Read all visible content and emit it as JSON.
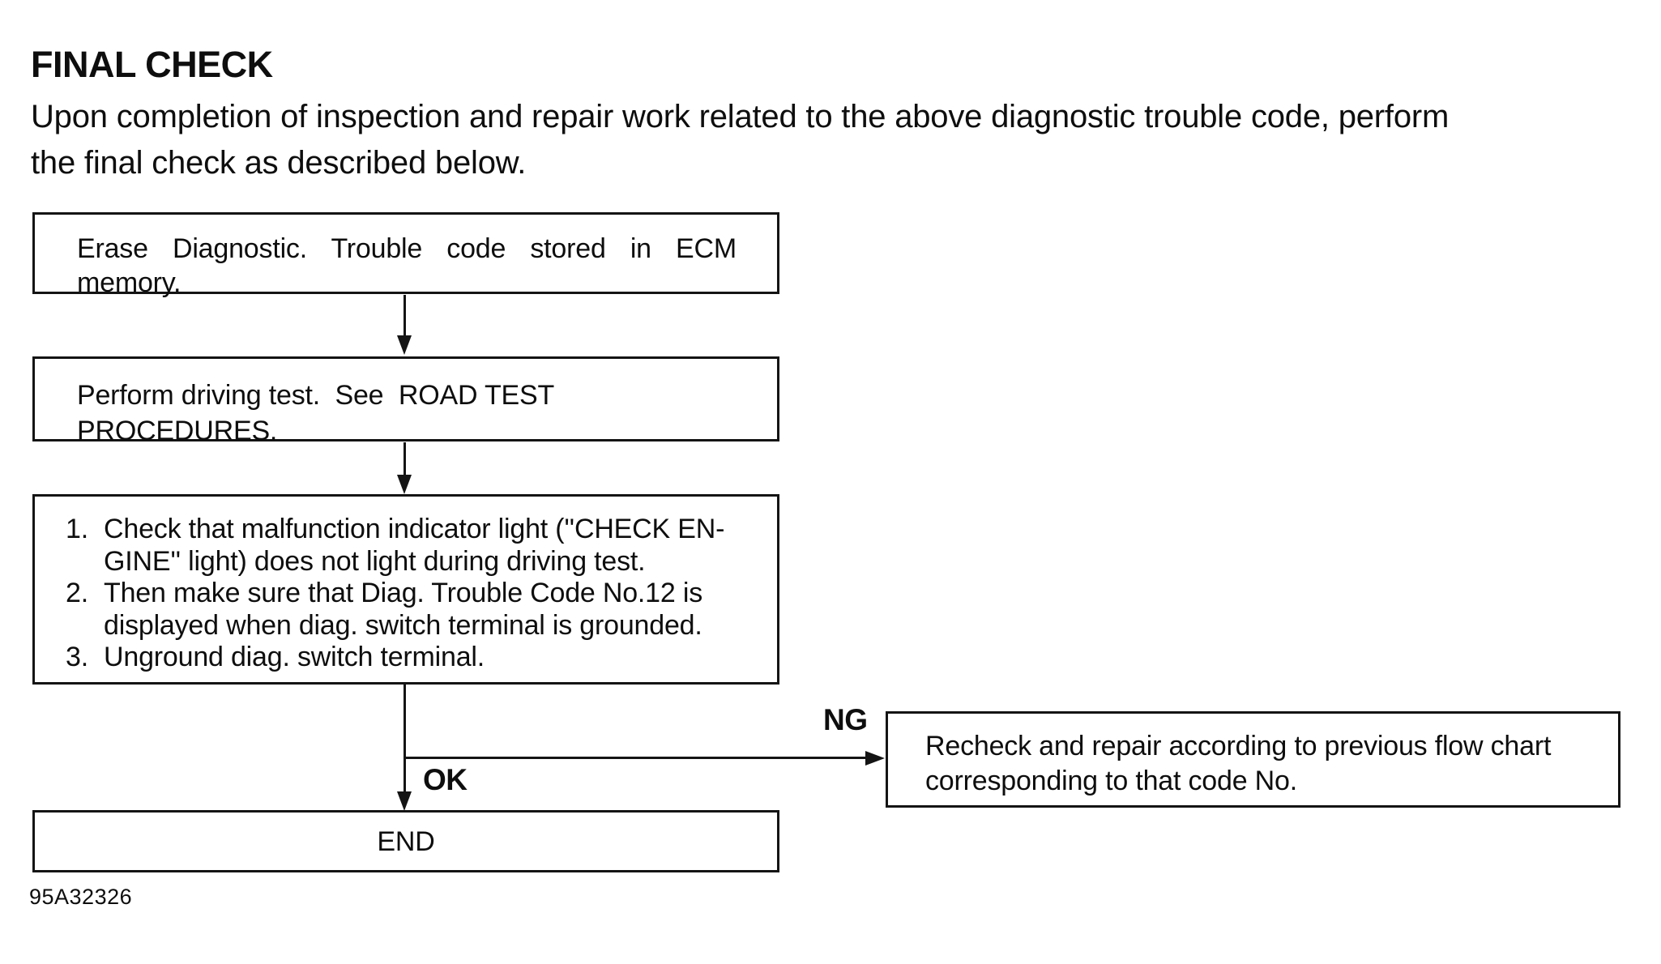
{
  "page": {
    "title": "FINAL CHECK",
    "intro_lines": [
      "Upon completion of inspection and repair work related to the above diagnostic trouble code, perform",
      "the final check as described below."
    ],
    "figure_code": "95A32326"
  },
  "flowchart": {
    "erase_box": {
      "line1": "Erase Diagnostic. Trouble code stored in ECM",
      "line2": "memory."
    },
    "road_test_box": {
      "line1": "Perform driving test.  See  ROAD TEST",
      "line2": "PROCEDURES."
    },
    "check_box": {
      "items": [
        {
          "num": "1.",
          "line1": "Check that malfunction indicator light (''CHECK EN-",
          "line2": "GINE'' light) does not light during driving test."
        },
        {
          "num": "2.",
          "line1": "Then make sure that Diag. Trouble Code No.12 is",
          "line2": "displayed when diag. switch terminal is grounded."
        },
        {
          "num": "3.",
          "line1": "Unground diag. switch terminal.",
          "line2": ""
        }
      ]
    },
    "branch": {
      "ng_label": "NG",
      "ok_label": "OK"
    },
    "recheck_box": {
      "line1": "Recheck and repair according to previous flow chart",
      "line2": "corresponding to that code No."
    },
    "end_box": {
      "label": "END"
    }
  }
}
